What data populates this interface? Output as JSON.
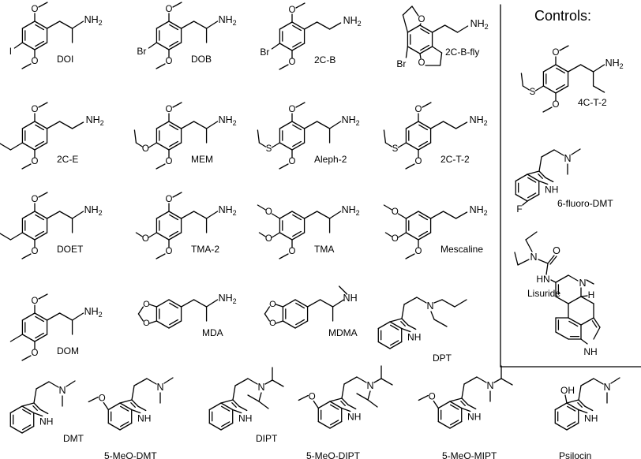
{
  "header": {
    "controls_title": "Controls:"
  },
  "compounds": [
    {
      "id": "doi",
      "name": "DOI",
      "type": "phenyl",
      "chain": "amph",
      "amine": "NH2",
      "pos4": "I",
      "pos3": "",
      "pos2": "OMe",
      "pos5": "OMe"
    },
    {
      "id": "dob",
      "name": "DOB",
      "type": "phenyl",
      "chain": "amph",
      "amine": "NH2",
      "pos4": "Br",
      "pos3": "",
      "pos2": "OMe",
      "pos5": "OMe"
    },
    {
      "id": "2c-b",
      "name": "2C-B",
      "type": "phenyl",
      "chain": "pea",
      "amine": "NH2",
      "pos4": "Br",
      "pos3": "",
      "pos2": "OMe",
      "pos5": "OMe"
    },
    {
      "id": "2c-b-fly",
      "name": "2C-B-fly",
      "type": "fly",
      "amine": "NH2",
      "sub": "Br"
    },
    {
      "id": "2c-e",
      "name": "2C-E",
      "type": "phenyl",
      "chain": "pea",
      "amine": "NH2",
      "pos4": "Et",
      "pos3": "",
      "pos2": "OMe",
      "pos5": "OMe"
    },
    {
      "id": "mem",
      "name": "MEM",
      "type": "phenyl",
      "chain": "amph",
      "amine": "NH2",
      "pos4": "OEt",
      "pos3": "",
      "pos2": "OMe",
      "pos5": "OMe"
    },
    {
      "id": "aleph-2",
      "name": "Aleph-2",
      "type": "phenyl",
      "chain": "amph",
      "amine": "NH2",
      "pos4": "SEt",
      "pos3": "",
      "pos2": "OMe",
      "pos5": "OMe"
    },
    {
      "id": "2c-t-2",
      "name": "2C-T-2",
      "type": "phenyl",
      "chain": "pea",
      "amine": "NH2",
      "pos4": "SEt",
      "pos3": "",
      "pos2": "OMe",
      "pos5": "OMe"
    },
    {
      "id": "doet",
      "name": "DOET",
      "type": "phenyl",
      "chain": "amph",
      "amine": "NH2",
      "pos4": "Et",
      "pos3": "",
      "pos2": "OMe",
      "pos5": "OMe"
    },
    {
      "id": "tma-2",
      "name": "TMA-2",
      "type": "phenyl",
      "chain": "amph",
      "amine": "NH2",
      "pos4": "OMe",
      "pos3": "",
      "pos2": "OMe",
      "pos5": "OMe"
    },
    {
      "id": "tma",
      "name": "TMA",
      "type": "phenyl",
      "chain": "amph",
      "amine": "NH2",
      "pos4": "OMe",
      "pos3": "OMe",
      "pos2": "",
      "pos5": "OMe"
    },
    {
      "id": "mescaline",
      "name": "Mescaline",
      "type": "phenyl",
      "chain": "pea",
      "amine": "NH2",
      "pos4": "OMe",
      "pos3": "OMe",
      "pos2": "",
      "pos5": "OMe"
    },
    {
      "id": "dom",
      "name": "DOM",
      "type": "phenyl",
      "chain": "amph",
      "amine": "NH2",
      "pos4": "Me",
      "pos3": "",
      "pos2": "OMe",
      "pos5": "OMe"
    },
    {
      "id": "mda",
      "name": "MDA",
      "type": "md",
      "amine": "NH2"
    },
    {
      "id": "mdma",
      "name": "MDMA",
      "type": "md",
      "amine": "NH"
    },
    {
      "id": "dpt",
      "name": "DPT",
      "type": "tryp",
      "amine": "N",
      "nsub": "propyl",
      "ring5": "",
      "ring4": "",
      "nh": "NH"
    },
    {
      "id": "dmt",
      "name": "DMT",
      "type": "tryp",
      "amine": "N",
      "nsub": "methyl",
      "ring5": "",
      "ring4": "",
      "nh": "NH"
    },
    {
      "id": "5-meo-dmt",
      "name": "5-MeO-DMT",
      "type": "tryp",
      "amine": "N",
      "nsub": "methyl",
      "ring5": "O",
      "ring4": "",
      "nh": "NH"
    },
    {
      "id": "dipt",
      "name": "DIPT",
      "type": "tryp",
      "amine": "N",
      "nsub": "isopropyl",
      "ring5": "",
      "ring4": "",
      "nh": "NH"
    },
    {
      "id": "5-meo-dipt",
      "name": "5-MeO-DIPT",
      "type": "tryp",
      "amine": "N",
      "nsub": "isopropyl",
      "ring5": "O",
      "ring4": "",
      "nh": "NH"
    },
    {
      "id": "5-meo-mipt",
      "name": "5-MeO-MIPT",
      "type": "tryp",
      "amine": "N",
      "nsub": "mipt",
      "ring5": "O",
      "ring4": "",
      "nh": "NH"
    },
    {
      "id": "psilocin",
      "name": "Psilocin",
      "type": "tryp",
      "amine": "N",
      "nsub": "methyl",
      "ring5": "",
      "ring4": "OH",
      "nh": "NH"
    },
    {
      "id": "4c-t-2",
      "name": "4C-T-2",
      "type": "phenyl",
      "chain": "butyl",
      "amine": "NH2",
      "pos4": "SEt",
      "pos3": "",
      "pos2": "OMe",
      "pos5": "OMe"
    },
    {
      "id": "6-fluoro-dmt",
      "name": "6-fluoro-DMT",
      "type": "tryp",
      "amine": "N",
      "nsub": "methyl",
      "ring5": "",
      "ring4": "",
      "ring6": "F",
      "nh": "NH"
    },
    {
      "id": "lisuride",
      "name": "Lisuride",
      "type": "lisuride",
      "urea_o": "O",
      "urea_n": "N",
      "nh1": "N",
      "nh2": "H",
      "ring_n": "N",
      "h_label": "H",
      "indole_nh": "NH"
    }
  ],
  "atom_labels": {
    "OMe_O": "O",
    "S": "S",
    "NH2": "NH",
    "NH2_sub": "2"
  }
}
